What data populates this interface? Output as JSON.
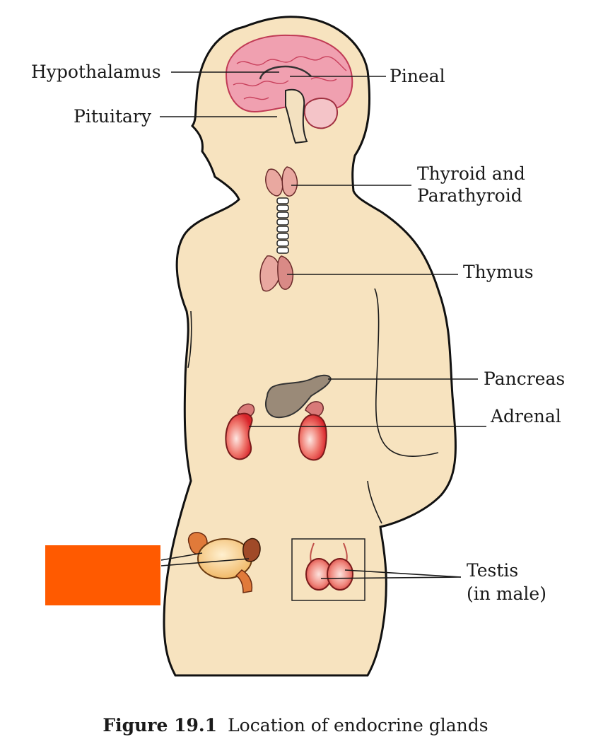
{
  "labels": {
    "hypothalamus": "Hypothalamus",
    "pineal": "Pineal",
    "pituitary": "Pituitary",
    "thyroid_line1": "Thyroid and",
    "thyroid_line2": "Parathyroid",
    "thymus": "Thymus",
    "pancreas": "Pancreas",
    "adrenal": "Adrenal",
    "testis_line1": "Testis",
    "testis_line2": "(in male)"
  },
  "caption": {
    "figure_number": "Figure 19.1",
    "text": "Location of endocrine glands"
  },
  "colors": {
    "skin": "#f7e3bf",
    "brain": "#f0a0b0",
    "gland_red": "#e8463c",
    "label_box": "#ff5a00"
  }
}
